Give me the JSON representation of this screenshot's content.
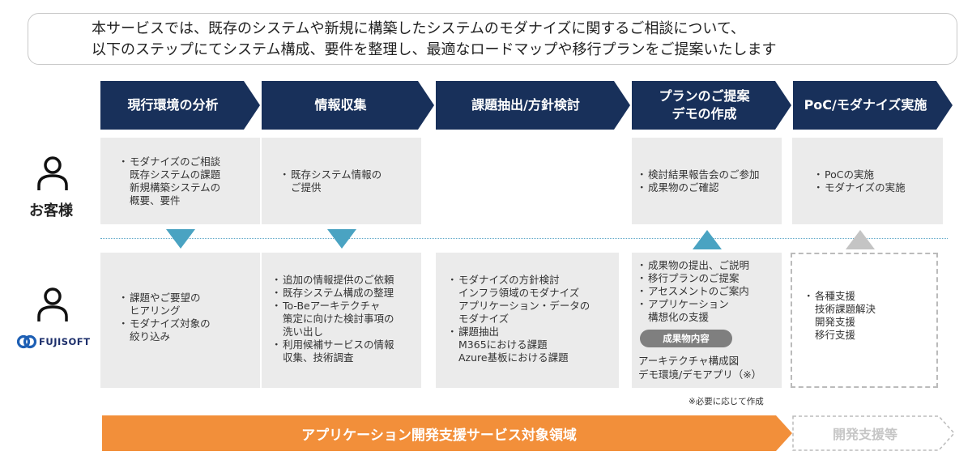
{
  "intro": {
    "line1": "本サービスでは、既存のシステムや新規に構築したシステムのモダナイズに関するご相談について、",
    "line2": "以下のステップにてシステム構成、要件を整理し、最適なロードマップや移行プランをご提案いたします"
  },
  "steps": [
    "現行環境の分析",
    "情報収集",
    "課題抽出/方針検討",
    "プランのご提案\nデモの作成",
    "PoC/モダナイズ実施"
  ],
  "roles": {
    "customer": "お客様",
    "vendor": "FUJISOFT",
    "person_icon": "person-outline-icon",
    "logo_icon": "fujisoft-logo-icon"
  },
  "customer_boxes": [
    [
      "モダナイズのご相談\n既存システムの課題\n新規構築システムの\n概要、要件"
    ],
    [
      "既存システム情報の\nご提供"
    ],
    [],
    [
      "検討結果報告会のご参加",
      "成果物のご確認"
    ],
    [
      "PoCの実施",
      "モダナイズの実施"
    ]
  ],
  "vendor_boxes": [
    [
      "課題やご要望の\nヒアリング",
      "モダナイズ対象の\n絞り込み"
    ],
    [
      "追加の情報提供のご依頼",
      "既存システム構成の整理",
      "To-Beアーキテクチャ\n策定に向けた検討事項の\n洗い出し",
      "利用候補サービスの情報\n収集、技術調査"
    ],
    [
      "モダナイズの方針検討\nインフラ領域のモダナイズ\nアプリケーション・データの\nモダナイズ",
      "課題抽出\nM365における課題\nAzure基板における課題"
    ],
    [
      "成果物の提出、ご説明",
      "移行プランのご提案",
      "アセスメントのご案内",
      "アプリケーション\n構想化の支援"
    ],
    [
      "各種支援\n技術課題解決\n開発支援\n移行支援"
    ]
  ],
  "deliverables": {
    "label": "成果物内容",
    "line1": "アーキテクチャ構成図",
    "line2": "デモ環境/デモアプリ（※）",
    "note": "※必要に応じて作成"
  },
  "bands": {
    "main": "アプリケーション開発支援サービス対象領域",
    "extra": "開発支援等"
  },
  "colors": {
    "header": "#18305a",
    "arrow": "#4aa3c2",
    "orange": "#f28f3a",
    "box": "#ebebeb"
  }
}
